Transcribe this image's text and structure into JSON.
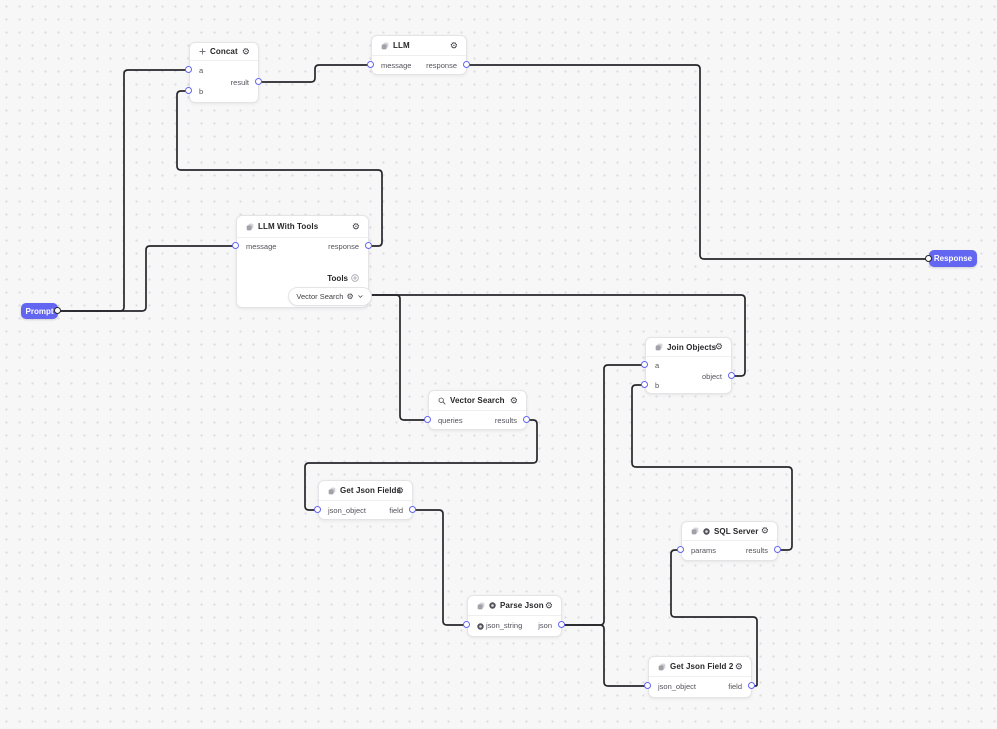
{
  "canvas": {
    "background": "#f7f7f8",
    "dot_color": "#dbdbdf",
    "wire_color": "#26272b",
    "port_color": "#6366f1",
    "accent": "#6366f1"
  },
  "badges": [
    {
      "id": "prompt",
      "label": "Prompt"
    },
    {
      "id": "response",
      "label": "Response"
    }
  ],
  "nodes": [
    {
      "id": "concat",
      "title": "Concat",
      "title_icons": [
        "plus-icon"
      ],
      "inputs": [
        "a",
        "b"
      ],
      "outputs": [
        "result"
      ]
    },
    {
      "id": "llm",
      "title": "LLM",
      "title_icons": [
        "stack-icon"
      ],
      "inputs": [
        "message"
      ],
      "outputs": [
        "response"
      ]
    },
    {
      "id": "llm_with_tools",
      "title": "LLM With Tools",
      "title_icons": [
        "stack-icon"
      ],
      "inputs": [
        "message"
      ],
      "outputs": [
        "response"
      ],
      "tools": {
        "label": "Tools",
        "items": [
          "Vector Search"
        ]
      }
    },
    {
      "id": "join_objects",
      "title": "Join Objects",
      "title_icons": [
        "stack-icon"
      ],
      "inputs": [
        "a",
        "b"
      ],
      "outputs": [
        "object"
      ]
    },
    {
      "id": "vector_search",
      "title": "Vector Search",
      "title_icons": [
        "search-icon"
      ],
      "inputs": [
        "queries"
      ],
      "outputs": [
        "results"
      ]
    },
    {
      "id": "get_json_fields",
      "title": "Get Json Fields",
      "title_icons": [
        "stack-icon"
      ],
      "inputs": [
        "json_object"
      ],
      "outputs": [
        "field"
      ]
    },
    {
      "id": "sql_server",
      "title": "SQL Server",
      "title_icons": [
        "stack-icon",
        "dot-icon"
      ],
      "inputs": [
        "params"
      ],
      "outputs": [
        "results"
      ]
    },
    {
      "id": "parse_json",
      "title": "Parse Json",
      "title_icons": [
        "stack-icon",
        "dot-icon"
      ],
      "inputs": [
        "json_string"
      ],
      "outputs": [
        "json"
      ],
      "input_icons": {
        "json_string": "dot-icon"
      }
    },
    {
      "id": "get_json_field_2",
      "title": "Get Json Field 2",
      "title_icons": [
        "stack-icon"
      ],
      "inputs": [
        "json_object"
      ],
      "outputs": [
        "field"
      ]
    }
  ],
  "connections": [
    {
      "from": "prompt",
      "to": "concat.a"
    },
    {
      "from": "prompt",
      "to": "llm_with_tools.message"
    },
    {
      "from": "llm_with_tools.response",
      "to": "concat.b"
    },
    {
      "from": "concat.result",
      "to": "llm.message"
    },
    {
      "from": "llm.response",
      "to": "response"
    },
    {
      "from": "llm_with_tools.tools",
      "to": "join_objects.object"
    },
    {
      "from": "llm_with_tools.tools",
      "to": "vector_search.queries"
    },
    {
      "from": "vector_search.results",
      "to": "get_json_fields.json_object"
    },
    {
      "from": "get_json_fields.field",
      "to": "parse_json.json_string"
    },
    {
      "from": "parse_json.json",
      "to": "join_objects.a"
    },
    {
      "from": "parse_json.json",
      "to": "get_json_field_2.json_object"
    },
    {
      "from": "get_json_field_2.field",
      "to": "sql_server.params"
    },
    {
      "from": "sql_server.results",
      "to": "join_objects.b"
    }
  ]
}
